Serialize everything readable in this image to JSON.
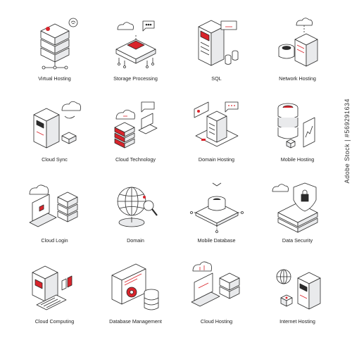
{
  "colors": {
    "line": "#2b2b2b",
    "accent": "#d9242b",
    "fill": "#ffffff",
    "shade": "#e9eaec"
  },
  "icons": [
    {
      "label": "Virtual Hosting",
      "icon": "virtual-hosting-icon"
    },
    {
      "label": "Storage Processing",
      "icon": "storage-processing-icon"
    },
    {
      "label": "SQL",
      "icon": "sql-icon"
    },
    {
      "label": "Network Hosting",
      "icon": "network-hosting-icon"
    },
    {
      "label": "Cloud Sync",
      "icon": "cloud-sync-icon"
    },
    {
      "label": "Cloud Technology",
      "icon": "cloud-technology-icon"
    },
    {
      "label": "Domain Hosting",
      "icon": "domain-hosting-icon"
    },
    {
      "label": "Mobile Hosting",
      "icon": "mobile-hosting-icon"
    },
    {
      "label": "Cloud Login",
      "icon": "cloud-login-icon"
    },
    {
      "label": "Domain",
      "icon": "domain-icon"
    },
    {
      "label": "Mobile Database",
      "icon": "mobile-database-icon"
    },
    {
      "label": "Data Security",
      "icon": "data-security-icon"
    },
    {
      "label": "Cloud Computing",
      "icon": "cloud-computing-icon"
    },
    {
      "label": "Database Management",
      "icon": "database-management-icon"
    },
    {
      "label": "Cloud Hosting",
      "icon": "cloud-hosting-icon"
    },
    {
      "label": "Internet Hosting",
      "icon": "internet-hosting-icon"
    }
  ],
  "watermark": "Adobe Stock | #569291634"
}
